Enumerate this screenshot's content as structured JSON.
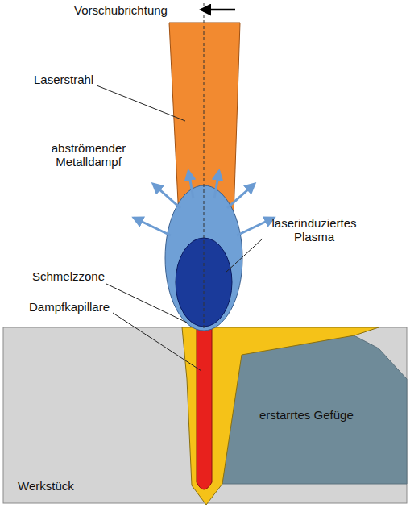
{
  "diagram": {
    "labels": [
      "Vorschubrichtung",
      "Laserstrahl",
      "abströmender Metalldampf",
      "laserinduziertes Plasma",
      "Schmelzzone",
      "Dampfkapillare",
      "erstarrtes Gefüge",
      "Werkstück"
    ]
  }
}
